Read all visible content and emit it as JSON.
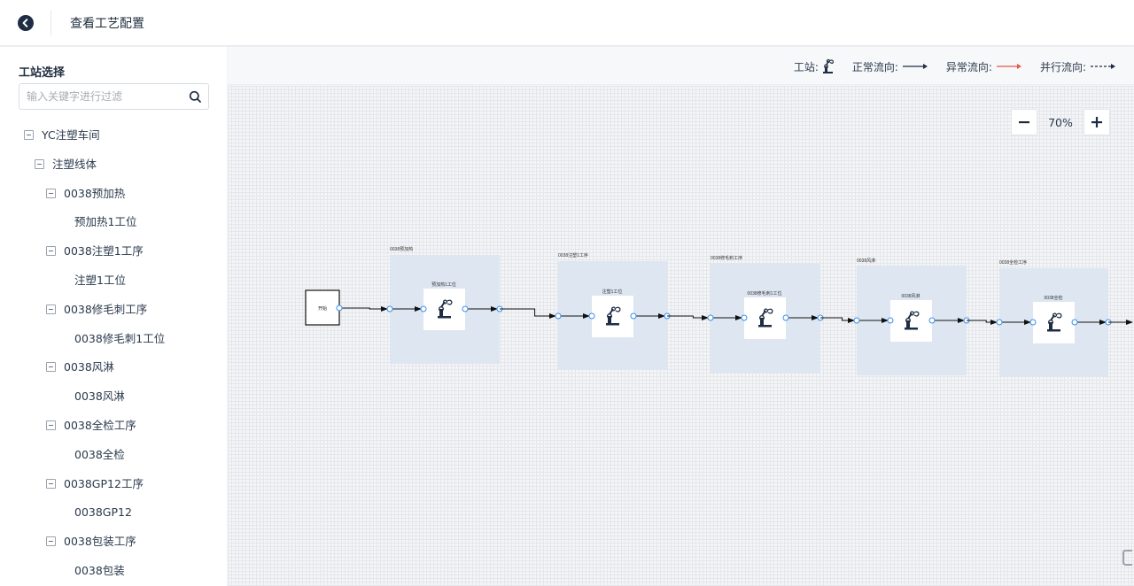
{
  "header": {
    "title": "查看工艺配置"
  },
  "sidebar": {
    "title": "工站选择",
    "search_placeholder": "输入关键字进行过滤",
    "tree": [
      {
        "label": "YC注塑车间",
        "level": 0,
        "expandable": true
      },
      {
        "label": "注塑线体",
        "level": 1,
        "expandable": true
      },
      {
        "label": "0038预加热",
        "level": 2,
        "expandable": true
      },
      {
        "label": "预加热1工位",
        "level": 3,
        "expandable": false
      },
      {
        "label": "0038注塑1工序",
        "level": 2,
        "expandable": true
      },
      {
        "label": "注塑1工位",
        "level": 3,
        "expandable": false
      },
      {
        "label": "0038修毛刺工序",
        "level": 2,
        "expandable": true
      },
      {
        "label": "0038修毛刺1工位",
        "level": 3,
        "expandable": false
      },
      {
        "label": "0038风淋",
        "level": 2,
        "expandable": true
      },
      {
        "label": "0038风淋",
        "level": 3,
        "expandable": false
      },
      {
        "label": "0038全检工序",
        "level": 2,
        "expandable": true
      },
      {
        "label": "0038全检",
        "level": 3,
        "expandable": false
      },
      {
        "label": "0038GP12工序",
        "level": 2,
        "expandable": true
      },
      {
        "label": "0038GP12",
        "level": 3,
        "expandable": false
      },
      {
        "label": "0038包装工序",
        "level": 2,
        "expandable": true
      },
      {
        "label": "0038包装",
        "level": 3,
        "expandable": false
      }
    ]
  },
  "legend": {
    "station_label": "工站:",
    "normal_label": "正常流向:",
    "abnormal_label": "异常流向:",
    "parallel_label": "并行流向:",
    "colors": {
      "normal": "#1f2d44",
      "abnormal": "#e05a4b",
      "parallel": "#1f2d44"
    }
  },
  "zoom": {
    "level": "70%",
    "minus": "−",
    "plus": "+"
  },
  "flow": {
    "start_label": "开始",
    "processes": [
      {
        "label": "0038预加热",
        "station": "预加热1工位"
      },
      {
        "label": "0038注塑1工序",
        "station": "注塑1工位"
      },
      {
        "label": "0038修毛刺工序",
        "station": "0038修毛刺1工位"
      },
      {
        "label": "0038风淋",
        "station": "0038风淋"
      },
      {
        "label": "0038全检工序",
        "station": "0038全检"
      }
    ],
    "colors": {
      "group_bg": "#dde6f1",
      "edge": "#111111",
      "port": "#3a8ee6"
    }
  },
  "icons": {
    "back": "back-arrow-icon",
    "search": "search-icon",
    "robot": "robot-arm-icon"
  }
}
